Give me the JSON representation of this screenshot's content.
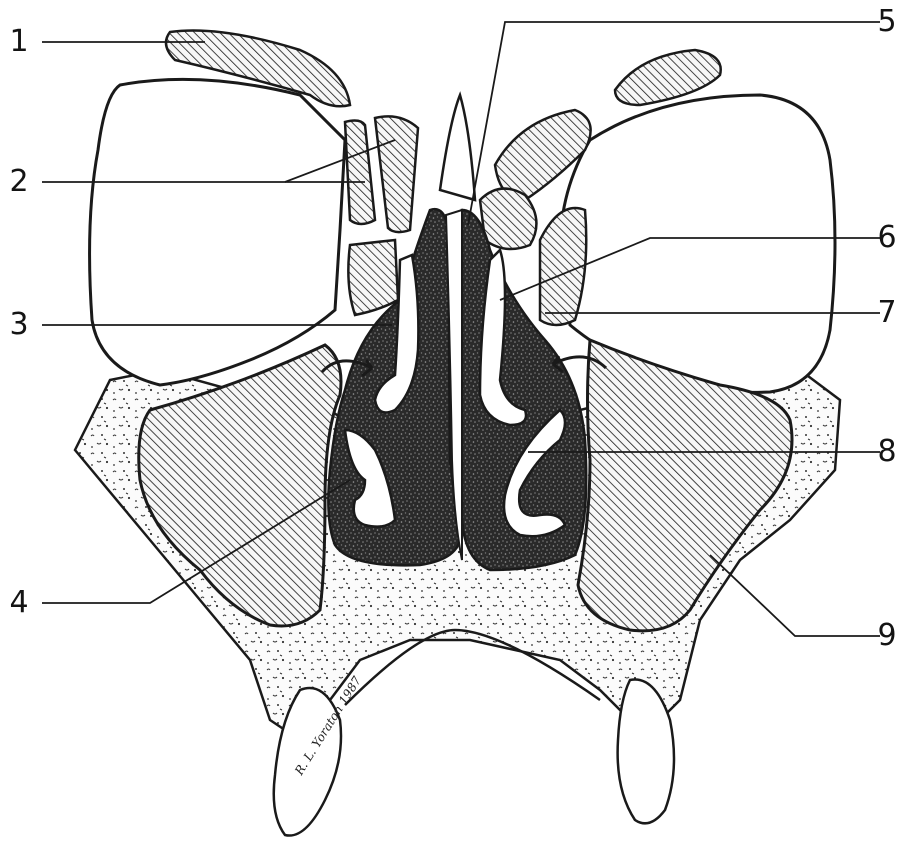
{
  "callouts": [
    "1",
    "2",
    "3",
    "4",
    "5",
    "6",
    "7",
    "8",
    "9"
  ],
  "signature": {
    "name": "R. L. Yoraton",
    "year": "1987"
  }
}
